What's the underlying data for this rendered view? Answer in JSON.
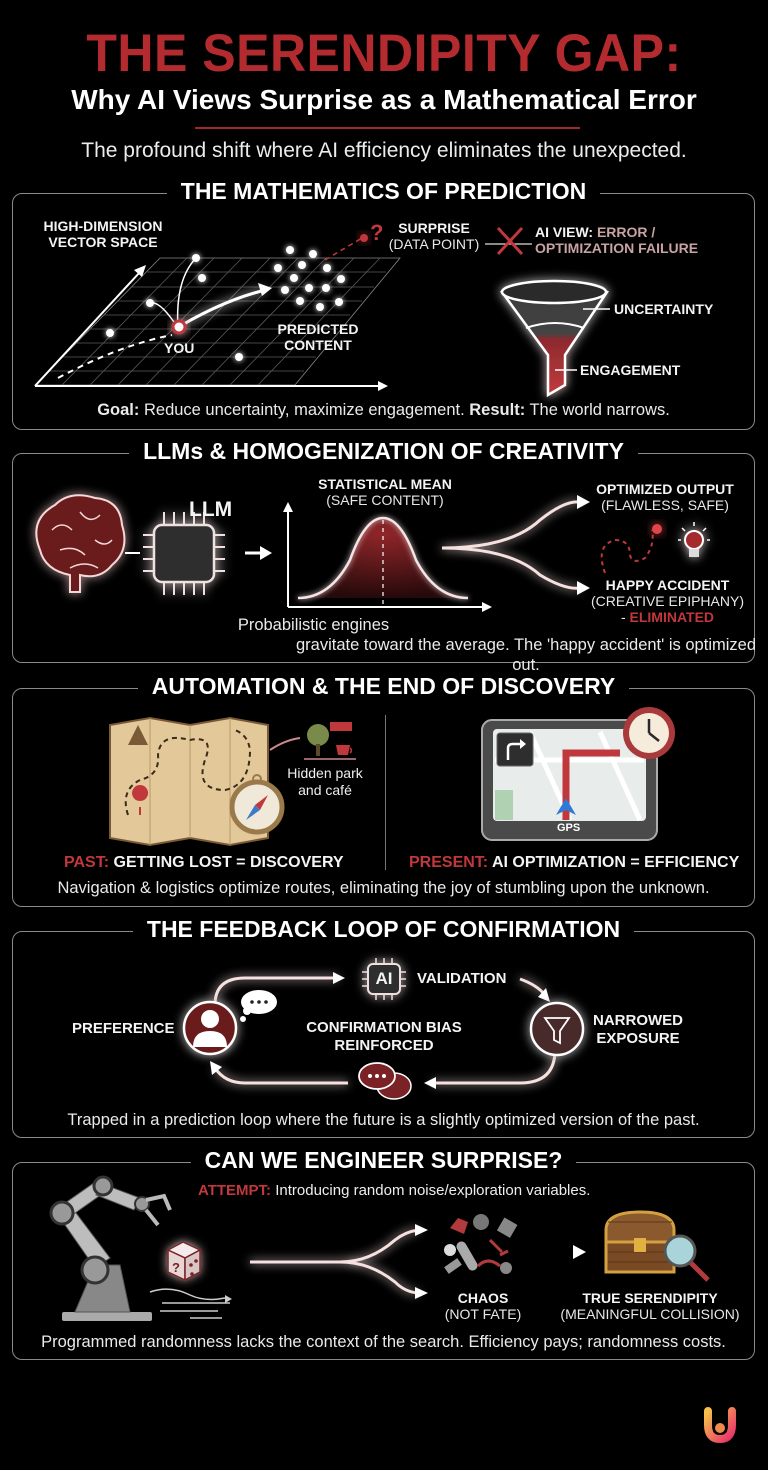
{
  "header": {
    "title": "THE SERENDIPITY GAP:",
    "subtitle": "Why AI Views Surprise as a Mathematical Error",
    "tagline": "The profound shift where AI efficiency eliminates the unexpected."
  },
  "colors": {
    "accent_red": "#b42b2f",
    "background": "#000000",
    "panel_border": "#8a8a8a",
    "muted_pink": "#c9a3a4"
  },
  "sections": {
    "prediction": {
      "title": "THE MATHEMATICS OF PREDICTION",
      "vector_space_label_1": "HIGH-DIMENSION",
      "vector_space_label_2": "VECTOR SPACE",
      "you_label": "YOU",
      "predicted_label_1": "PREDICTED",
      "predicted_label_2": "CONTENT",
      "surprise_label": "SURPRISE",
      "surprise_sub": "(DATA POINT)",
      "ai_view_prefix": "AI VIEW: ",
      "ai_view_value_1": "ERROR /",
      "ai_view_value_2": "OPTIMIZATION FAILURE",
      "funnel_top_label": "UNCERTAINTY",
      "funnel_bottom_label": "ENGAGEMENT",
      "caption_goal_label": "Goal:",
      "caption_goal_text": " Reduce uncertainty, maximize engagement. ",
      "caption_result_label": "Result:",
      "caption_result_text": " The world narrows.",
      "icons": [
        "vector-grid-icon",
        "question-mark-icon",
        "x-mark-icon",
        "funnel-icon"
      ]
    },
    "llms": {
      "title": "LLMs & HOMOGENIZATION OF CREATIVITY",
      "chip_label": "LLM",
      "mean_label": "STATISTICAL MEAN",
      "mean_sub": "(SAFE CONTENT)",
      "optimized_label": "OPTIMIZED OUTPUT",
      "optimized_sub": "(FLAWLESS, SAFE)",
      "accident_label": "HAPPY ACCIDENT",
      "accident_sub": "(CREATIVE EPIPHANY)",
      "accident_dash": "- ",
      "accident_status": "ELIMINATED",
      "caption_line_1": "Probabilistic engines",
      "caption_line_2": "gravitate toward the average. The 'happy accident' is optimized out.",
      "icons": [
        "brain-icon",
        "chip-icon",
        "bell-curve-icon",
        "lightbulb-icon"
      ]
    },
    "automation": {
      "title": "AUTOMATION & THE END OF DISCOVERY",
      "hidden_place_1": "Hidden park",
      "hidden_place_2": "and café",
      "past_prefix": "PAST:",
      "past_text": " GETTING LOST = DISCOVERY",
      "present_prefix": "PRESENT:",
      "present_text": " AI OPTIMIZATION = EFFICIENCY",
      "gps_label": "GPS",
      "caption": "Navigation & logistics optimize routes, eliminating the joy of stumbling upon the unknown.",
      "icons": [
        "map-icon",
        "compass-icon",
        "tree-icon",
        "cafe-icon",
        "gps-icon",
        "clock-icon"
      ]
    },
    "feedback": {
      "title": "THE FEEDBACK LOOP OF CONFIRMATION",
      "preference_label": "PREFERENCE",
      "ai_chip_label": "AI",
      "validation_label": "VALIDATION",
      "narrowed_label_1": "NARROWED",
      "narrowed_label_2": "EXPOSURE",
      "bias_label_1": "CONFIRMATION BIAS",
      "bias_label_2": "REINFORCED",
      "caption": "Trapped in a prediction loop where the future is a slightly optimized version of the past.",
      "icons": [
        "user-icon",
        "thought-bubble-icon",
        "ai-chip-icon",
        "funnel-icon",
        "chat-bubbles-icon"
      ]
    },
    "engineer": {
      "title": "CAN WE ENGINEER SURPRISE?",
      "attempt_prefix": "ATTEMPT:",
      "attempt_text": " Introducing random noise/exploration variables.",
      "chaos_label": "CHAOS",
      "chaos_sub": "(NOT FATE)",
      "serendipity_label": "TRUE SERENDIPITY",
      "serendipity_sub": "(MEANINGFUL COLLISION)",
      "caption": "Programmed randomness lacks the context of the search. Efficiency pays; randomness costs.",
      "icons": [
        "robot-arm-icon",
        "dice-icon",
        "chaos-objects-icon",
        "treasure-chest-icon",
        "magnifier-icon"
      ]
    }
  },
  "footer": {
    "logo_icon": "brand-logo-icon"
  }
}
